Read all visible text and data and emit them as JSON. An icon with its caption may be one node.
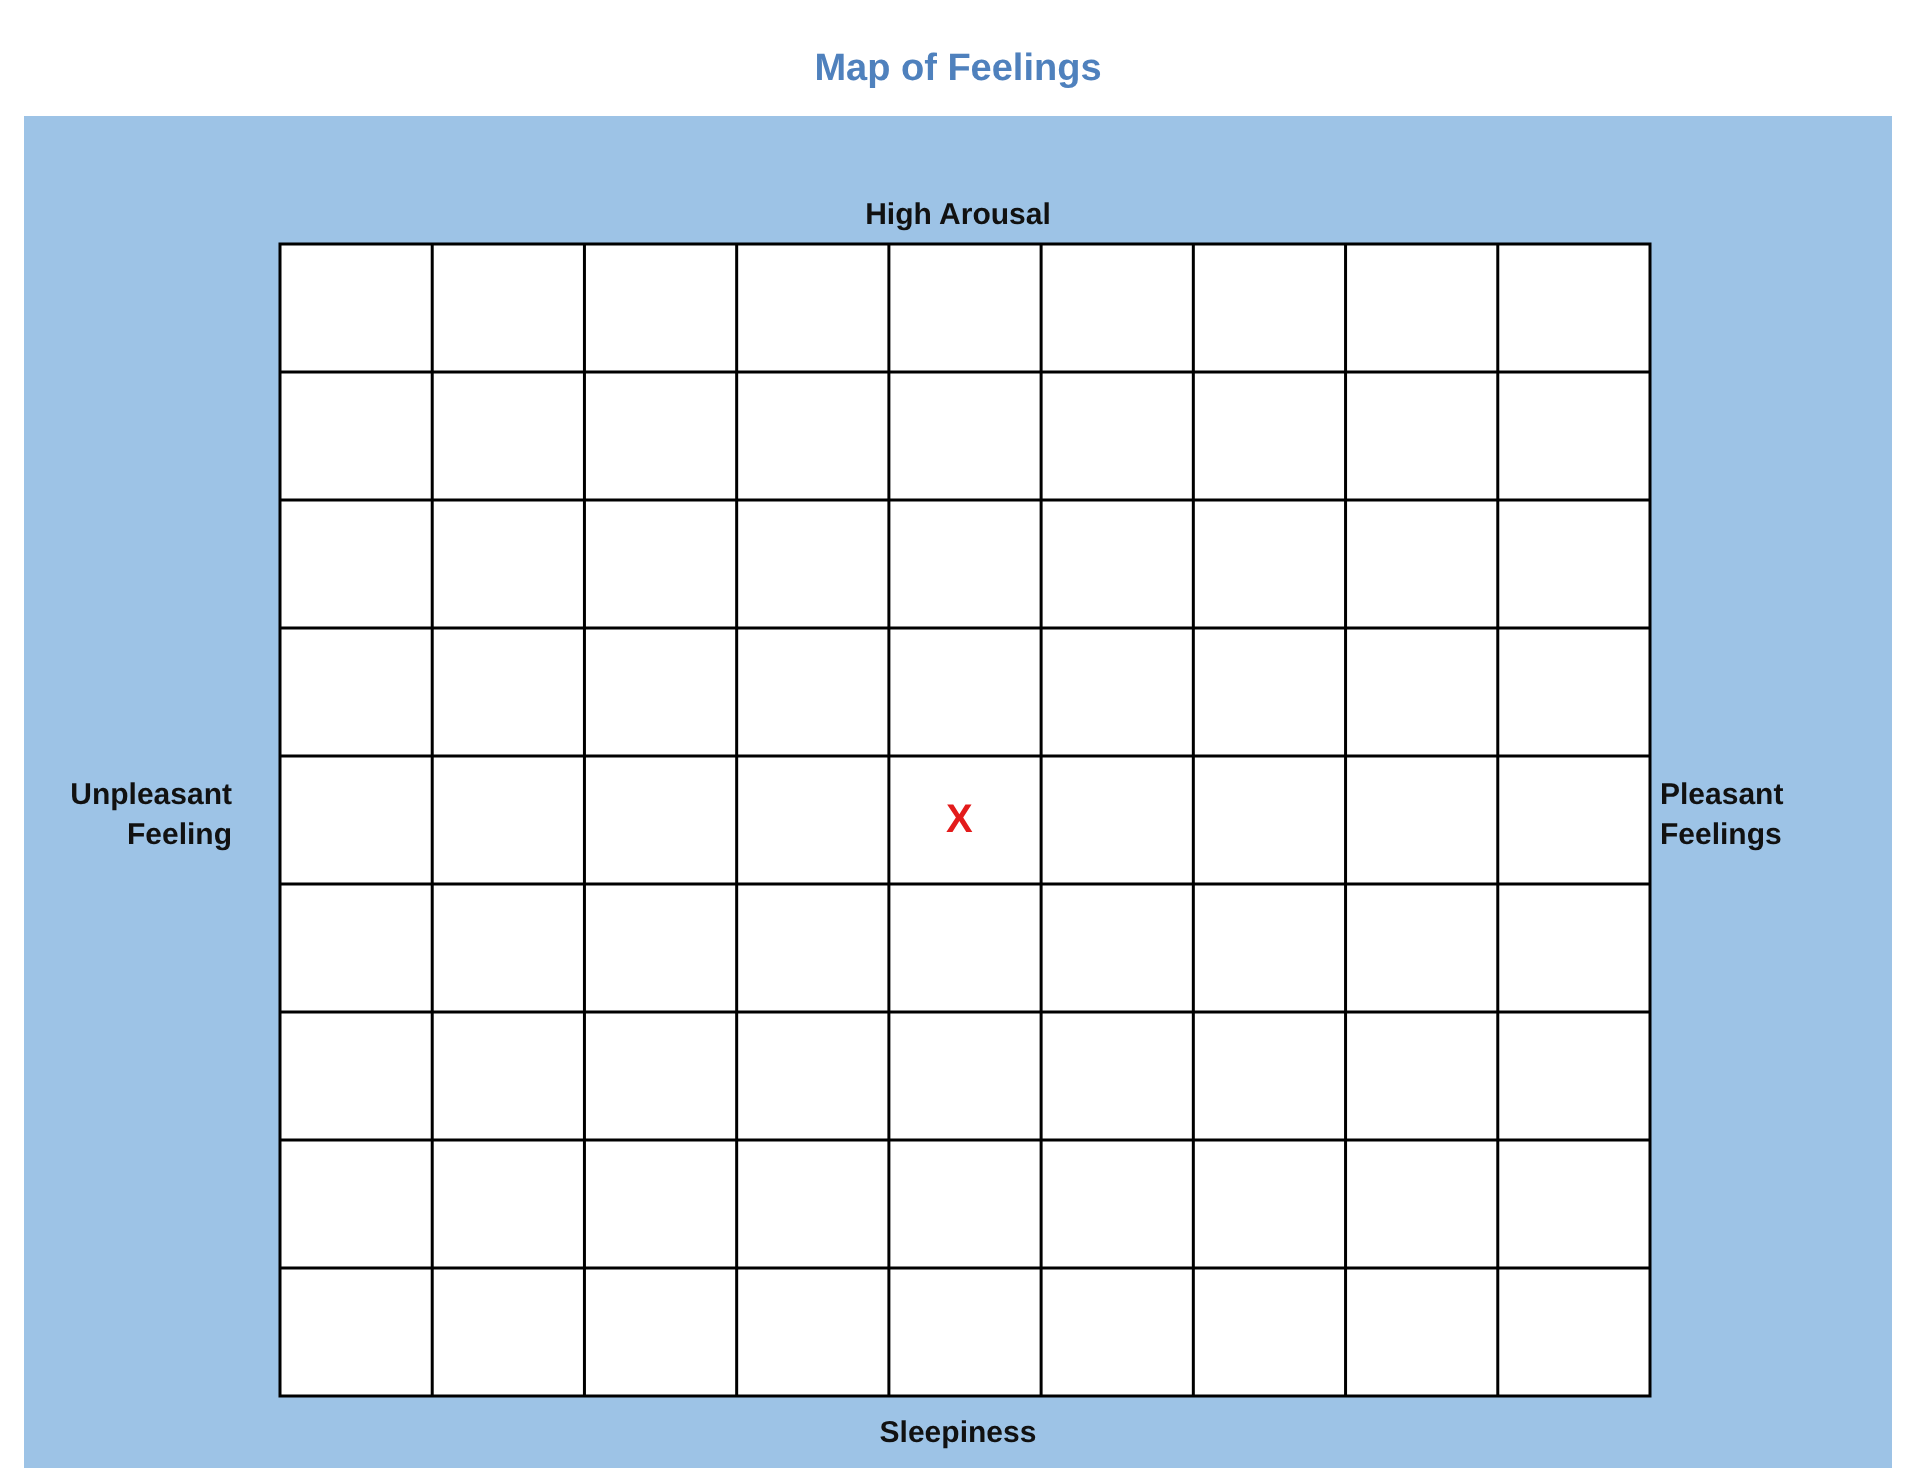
{
  "diagram": {
    "title": "Map of Feelings",
    "labels": [
      "High Arousal",
      "Unpleasant Feeling",
      "X",
      "Pleasant Feelings",
      "Sleepiness"
    ]
  }
}
